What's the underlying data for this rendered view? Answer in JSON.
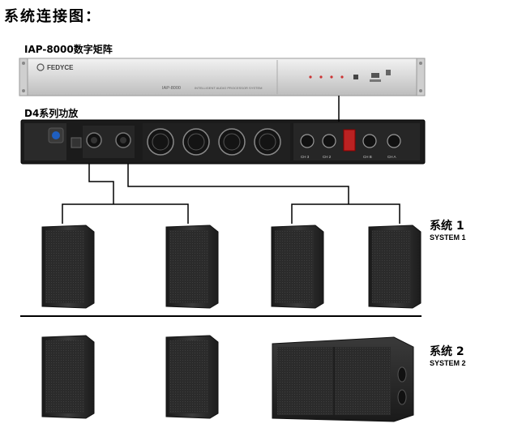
{
  "title": "系统连接图：",
  "processor": {
    "label": "IAP-8000数字矩阵",
    "brand": "FEDYCE",
    "model": "IAP-8000",
    "subtitle": "INTELLIGENT AUDIO PROCESSOR SYSTEM"
  },
  "amplifier": {
    "label": "D4系列功放",
    "channels": [
      "CH 3",
      "CH 2",
      "CH B",
      "CH A"
    ]
  },
  "systems": [
    {
      "name_cn": "系统 1",
      "name_en": "SYSTEM 1"
    },
    {
      "name_cn": "系统 2",
      "name_en": "SYSTEM 2"
    }
  ],
  "colors": {
    "background": "#ffffff",
    "panel_silver": "#dcdcdc",
    "amp_black": "#1b1b1b",
    "speaker_black": "#2a2a2a",
    "cable": "#000000"
  }
}
